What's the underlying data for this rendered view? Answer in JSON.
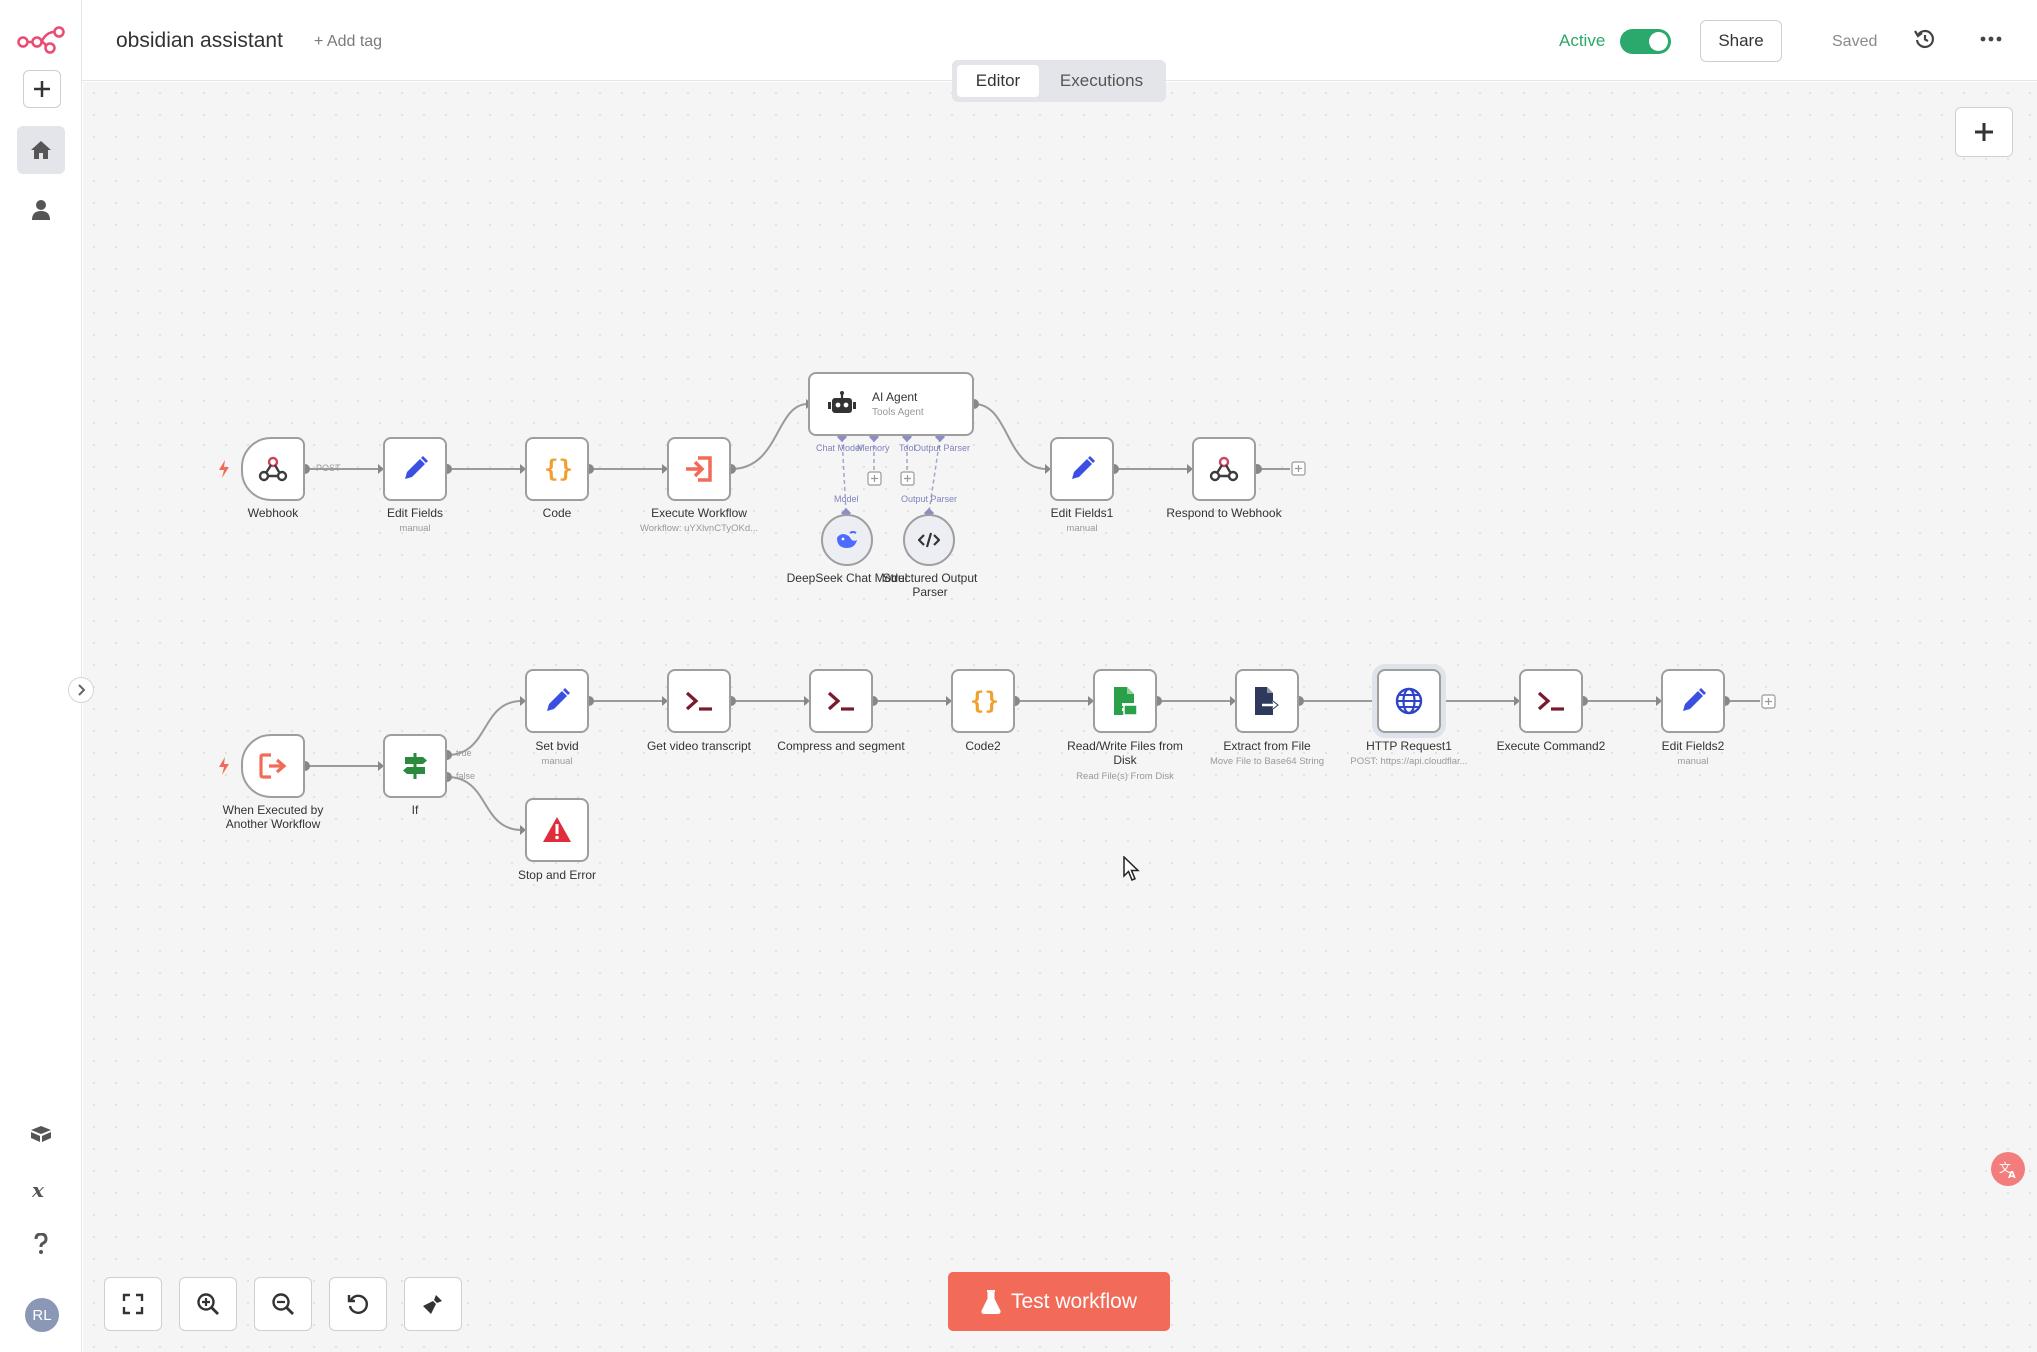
{
  "header": {
    "workflow_name": "obsidian assistant",
    "add_tag": "+ Add tag",
    "active_label": "Active",
    "active_toggle": true,
    "share": "Share",
    "saved": "Saved",
    "tabs": [
      "Editor",
      "Executions"
    ],
    "selected_tab": "Editor"
  },
  "sidebar": {
    "avatar_initials": "RL",
    "icons": [
      "logo-icon",
      "add-icon",
      "home-icon",
      "user-icon",
      "templates-icon",
      "variables-icon",
      "help-icon"
    ]
  },
  "nodes": {
    "webhook": {
      "title": "Webhook",
      "sub": ""
    },
    "edit_fields": {
      "title": "Edit Fields",
      "sub": "manual"
    },
    "code": {
      "title": "Code",
      "sub": ""
    },
    "execute_workflow": {
      "title": "Execute Workflow",
      "sub": "Workflow: uYXlvnCTyOKd..."
    },
    "ai_agent": {
      "title": "AI Agent",
      "sub": "Tools Agent"
    },
    "edit_fields1": {
      "title": "Edit Fields1",
      "sub": "manual"
    },
    "respond_webhook": {
      "title": "Respond to Webhook",
      "sub": ""
    },
    "deepseek": {
      "title": "DeepSeek Chat Model",
      "sub": ""
    },
    "structured_parser": {
      "title": "Structured Output Parser",
      "sub": ""
    },
    "when_executed": {
      "title": "When Executed by Another Workflow",
      "sub": ""
    },
    "if": {
      "title": "If",
      "sub": ""
    },
    "set_bvid": {
      "title": "Set bvid",
      "sub": "manual"
    },
    "stop_error": {
      "title": "Stop and Error",
      "sub": ""
    },
    "get_transcript": {
      "title": "Get video transcript",
      "sub": ""
    },
    "compress": {
      "title": "Compress and segment",
      "sub": ""
    },
    "code2": {
      "title": "Code2",
      "sub": ""
    },
    "rw_files": {
      "title": "Read/Write Files from Disk",
      "sub": "Read File(s) From Disk"
    },
    "extract": {
      "title": "Extract from File",
      "sub": "Move File to Base64 String"
    },
    "http": {
      "title": "HTTP Request1",
      "sub": "POST: https://api.cloudflar..."
    },
    "exec_cmd2": {
      "title": "Execute Command2",
      "sub": ""
    },
    "edit_fields2": {
      "title": "Edit Fields2",
      "sub": "manual"
    }
  },
  "edge_labels": {
    "post": "POST",
    "true": "true",
    "false": "false",
    "chat_model": "Chat Model",
    "memory": "Memory",
    "tool": "Tool",
    "output_parser": "Output Parser",
    "model": "Model",
    "output_parser2": "Output Parser"
  },
  "toolbar": {
    "test_workflow": "Test workflow",
    "buttons": [
      "fit-view",
      "zoom-in",
      "zoom-out",
      "reset-zoom",
      "tidy-up"
    ]
  },
  "colors": {
    "accent": "#f26a58",
    "active": "#2ba86b",
    "edit": "#3b4fe0",
    "code": "#f0a030",
    "terminal": "#7a1b2d",
    "file": "#2aa04a",
    "error": "#e02d3c"
  }
}
